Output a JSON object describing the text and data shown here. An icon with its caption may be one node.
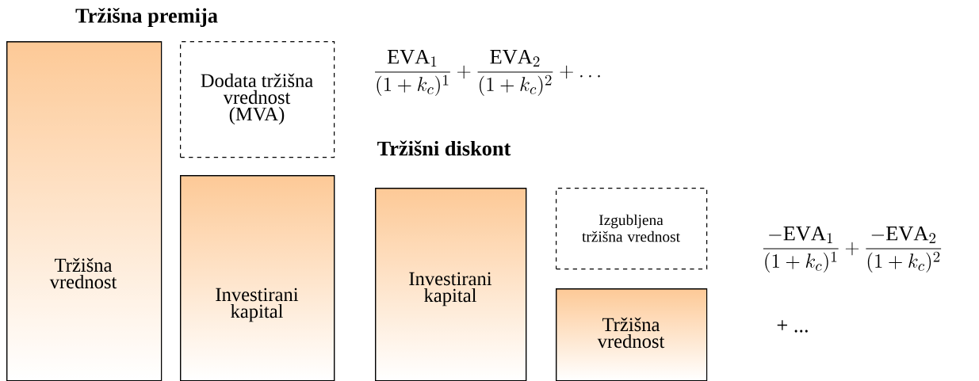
{
  "diagram": {
    "nodes": [
      {
        "text": [
          "Tržišna vrednost"
        ]
      },
      {
        "text": [
          "Dodata tržišna vrednost (MVA)"
        ]
      },
      {
        "text": [
          "Investirani kapital"
        ]
      },
      {
        "text": [
          "Investirani kapital"
        ]
      },
      {
        "text": [
          "Izgubljena tržišna vrednost"
        ]
      },
      {
        "text": [
          "Tržišna vrednost"
        ]
      }
    ],
    "labels": [
      "Tržišna premija",
      "\\frac{\\mathrm{EVA}_1}{(1+k_c)^1} + \\frac{\\mathrm{EVA}_2}{(1+k_c)^2} + \\ldots",
      "Tržišni diskont",
      "\\frac{-\\mathrm{EVA}_1}{(1+k_c)^1} + \\frac{-\\mathrm{EVA}_2}{(1+k_c)^2}",
      "+ ..."
    ]
  }
}
